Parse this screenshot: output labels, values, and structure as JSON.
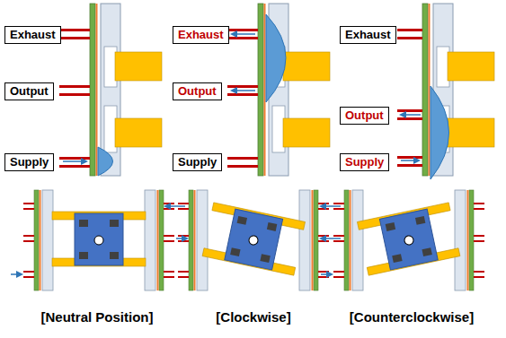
{
  "diagram": {
    "nodes": [
      {
        "text": [
          "Exhaust"
        ]
      },
      {
        "text": [
          "Output"
        ]
      },
      {
        "text": [
          "Supply"
        ]
      },
      {
        "text": [
          "Exhaust"
        ]
      },
      {
        "text": [
          "Output"
        ]
      },
      {
        "text": [
          "Supply"
        ]
      },
      {
        "text": [
          "Exhaust"
        ]
      },
      {
        "text": [
          "Output"
        ]
      },
      {
        "text": [
          "Supply"
        ]
      }
    ],
    "labels": [
      "[Neutral Position]",
      "[Clockwise]",
      "[Counterclockwise]"
    ]
  }
}
